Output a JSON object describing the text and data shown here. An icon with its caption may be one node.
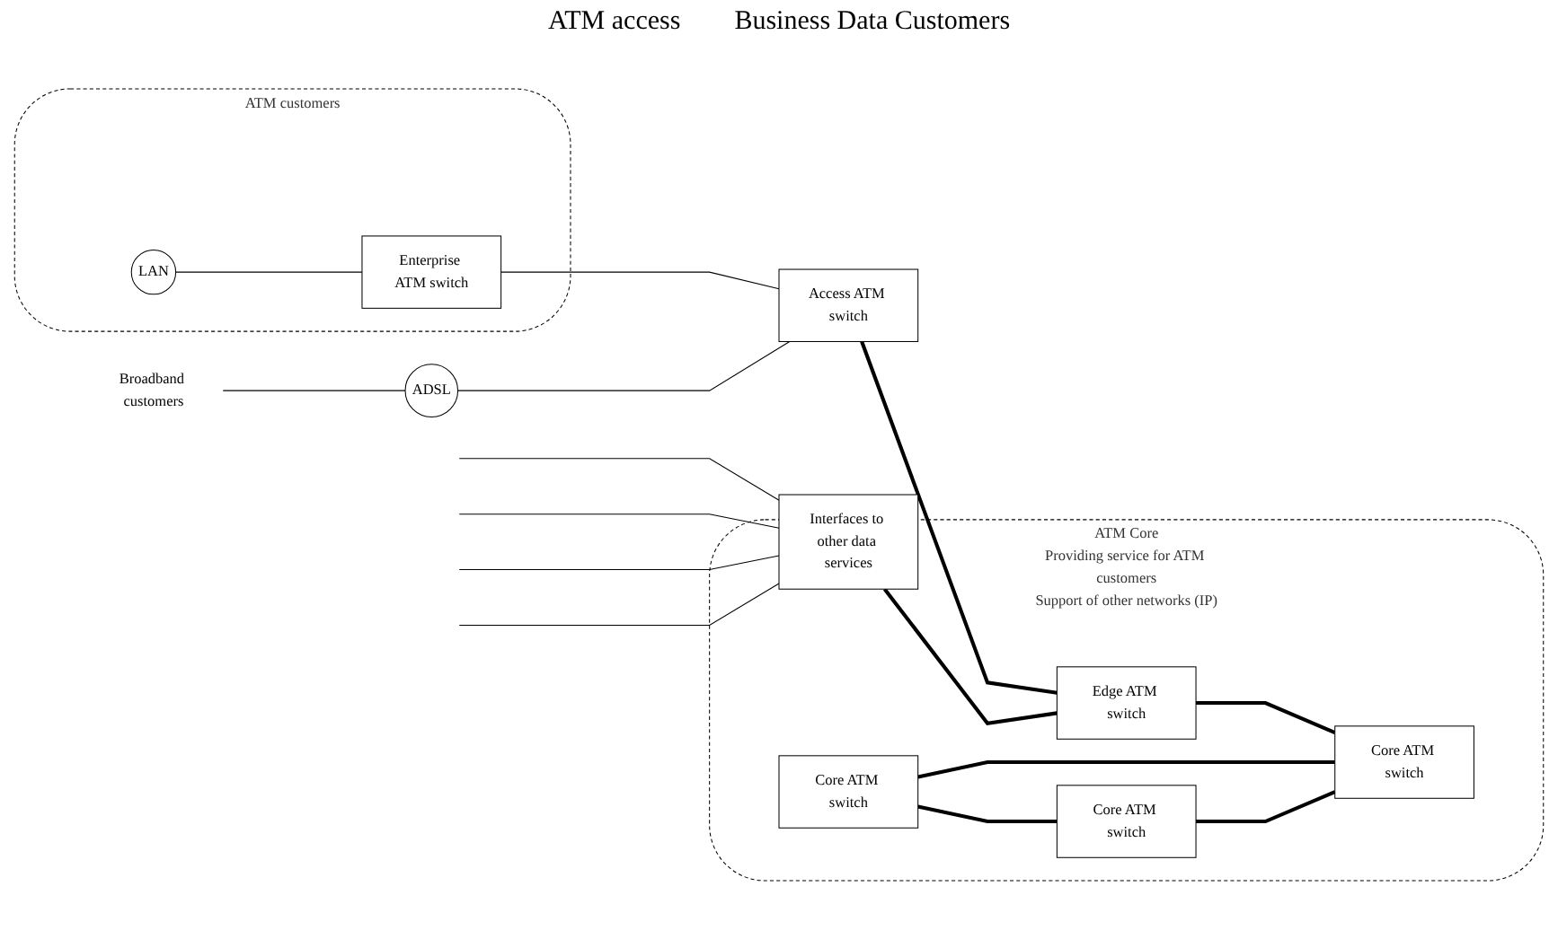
{
  "diagram": {
    "nodes": [
      {
        "text": [
          "ATM customers"
        ]
      },
      {
        "text": [
          "LAN"
        ],
        "in": 0
      },
      {
        "text": [
          "Enterprise ATM switch"
        ],
        "in": 0
      },
      {
        "text": [
          "ADSL"
        ]
      },
      {
        "text": [
          "Broadband customers"
        ]
      },
      {
        "text": [
          "Access ATM switch"
        ]
      },
      {
        "text": [
          "ATM Core",
          "Providing service for ATM customers",
          "Support of other networks (IP)"
        ]
      },
      {
        "text": [
          "Edge ATM switch"
        ],
        "in": 6
      },
      {
        "text": [
          "Core ATM switch"
        ],
        "in": 6
      },
      {
        "text": [
          "Core ATM switch"
        ],
        "in": 6
      },
      {
        "text": [
          "Core ATM switch"
        ],
        "in": 6
      },
      {
        "text": [
          "Interfaces to other data services"
        ]
      }
    ],
    "edges": [
      {
        "from": 1,
        "to": 2,
        "arrow": "none"
      },
      {
        "from": 2,
        "to": 5,
        "arrow": "none"
      },
      {
        "from": 4,
        "to": 3,
        "arrow": "none"
      },
      {
        "from": 3,
        "to": 5,
        "arrow": "none"
      },
      {
        "from": 5,
        "to": 7,
        "arrow": "none",
        "style": "thick"
      },
      {
        "from": 11,
        "to": 7,
        "arrow": "none",
        "style": "thick"
      },
      {
        "from": 7,
        "to": 10,
        "arrow": "none",
        "style": "thick"
      },
      {
        "from": 8,
        "to": 9,
        "arrow": "none",
        "style": "thick"
      },
      {
        "from": 8,
        "to": 10,
        "arrow": "none",
        "style": "thick"
      },
      {
        "from": 9,
        "to": 10,
        "arrow": "none",
        "style": "thick"
      },
      {
        "from": null,
        "to": 11,
        "arrow": "none"
      },
      {
        "from": null,
        "to": 11,
        "arrow": "none"
      },
      {
        "from": null,
        "to": 11,
        "arrow": "none"
      },
      {
        "from": null,
        "to": 11,
        "arrow": "none"
      }
    ],
    "labels": [
      "ATM access",
      "Business Data Customers"
    ]
  }
}
